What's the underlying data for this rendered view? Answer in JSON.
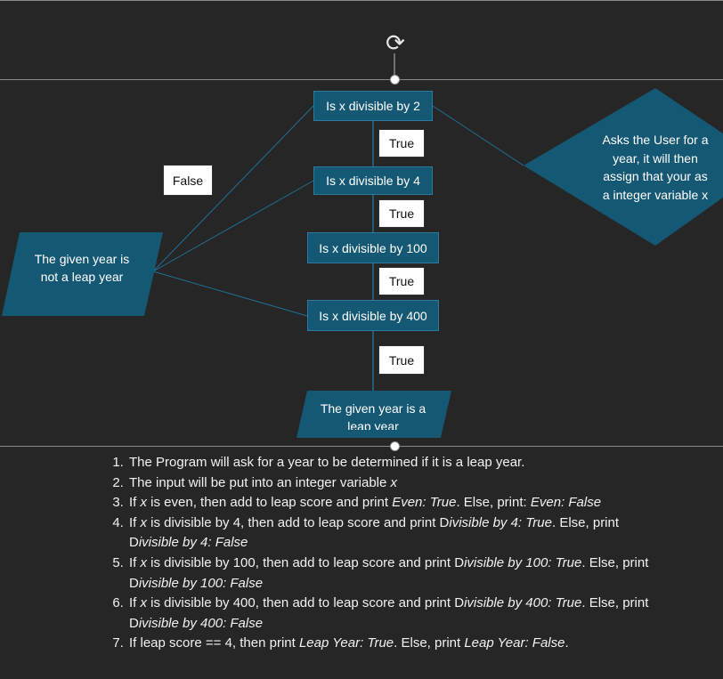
{
  "diagram": {
    "checks": [
      "Is x divisible by 2",
      "Is x divisible by 4",
      "Is x divisible by 100",
      "Is x divisible by 400"
    ],
    "true_labels": [
      "True",
      "True",
      "True",
      "True"
    ],
    "false_label": "False",
    "not_leap_line1": "The given year is",
    "not_leap_line2": "not a leap year",
    "leap_line1": "The given year is a",
    "leap_line2": "leap year",
    "input_line1": "Asks the User for a",
    "input_line2": "year, it will then",
    "input_line3": "assign that your as",
    "input_line4": "a integer variable x",
    "colors": {
      "shape_fill": "#155873",
      "background": "#262626",
      "label_bg": "#ffffff"
    },
    "icons": [
      "rotate-handle-icon"
    ]
  },
  "steps": [
    {
      "parts": [
        {
          "t": "The Program will ask for a year to be determined if it is a leap year."
        }
      ]
    },
    {
      "parts": [
        {
          "t": "The input will be put into an integer variable "
        },
        {
          "t": "x",
          "i": true
        }
      ]
    },
    {
      "parts": [
        {
          "t": "If "
        },
        {
          "t": "x",
          "i": true
        },
        {
          "t": " is even, then add to leap score and print "
        },
        {
          "t": "Even: True",
          "i": true
        },
        {
          "t": ". Else, print: "
        },
        {
          "t": "Even: False",
          "i": true
        }
      ]
    },
    {
      "parts": [
        {
          "t": "If "
        },
        {
          "t": "x",
          "i": true
        },
        {
          "t": " is divisible by 4, then add to leap score and print D"
        },
        {
          "t": "ivisible by 4: True",
          "i": true
        },
        {
          "t": ". Else, print D"
        },
        {
          "t": "ivisible by 4: False",
          "i": true
        }
      ]
    },
    {
      "parts": [
        {
          "t": "If "
        },
        {
          "t": "x",
          "i": true
        },
        {
          "t": " is divisible by 100, then add to leap score and print D"
        },
        {
          "t": "ivisible by 100: True",
          "i": true
        },
        {
          "t": ". Else, print D"
        },
        {
          "t": "ivisible by 100: False",
          "i": true
        }
      ]
    },
    {
      "parts": [
        {
          "t": "If "
        },
        {
          "t": "x",
          "i": true
        },
        {
          "t": " is divisible by 400, then add to leap score and print D"
        },
        {
          "t": "ivisible by 400: True",
          "i": true
        },
        {
          "t": ". Else, print D"
        },
        {
          "t": "ivisible by 400: False",
          "i": true
        }
      ]
    },
    {
      "parts": [
        {
          "t": "If leap score == 4, then print "
        },
        {
          "t": "Leap Year: True",
          "i": true
        },
        {
          "t": ". Else, print "
        },
        {
          "t": "Leap Year: False",
          "i": true
        },
        {
          "t": "."
        }
      ]
    }
  ]
}
